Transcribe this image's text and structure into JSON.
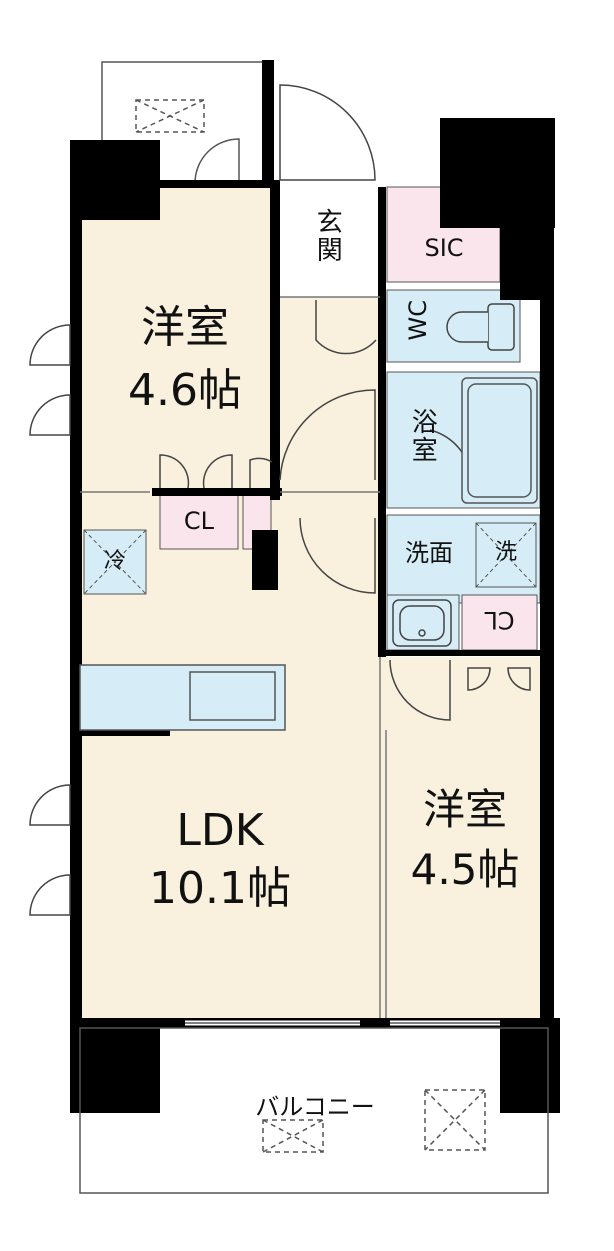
{
  "rooms": {
    "western1": {
      "name": "洋室",
      "size": "4.6帖"
    },
    "western2": {
      "name": "洋室",
      "size": "4.5帖"
    },
    "ldk": {
      "name": "LDK",
      "size": "10.1帖"
    },
    "entrance": "玄関",
    "sic": "SIC",
    "wc": "WC",
    "bath": "浴室",
    "washroom": "洗面",
    "washer": "洗",
    "fridge": "冷",
    "closet1": "CL",
    "closet2": "CL",
    "balcony": "バルコニー"
  },
  "colors": {
    "room_fill": "#f9f1dd",
    "closet_fill": "#fbe5ec",
    "wet_fill": "#d6edf7",
    "wall": "#000000"
  }
}
